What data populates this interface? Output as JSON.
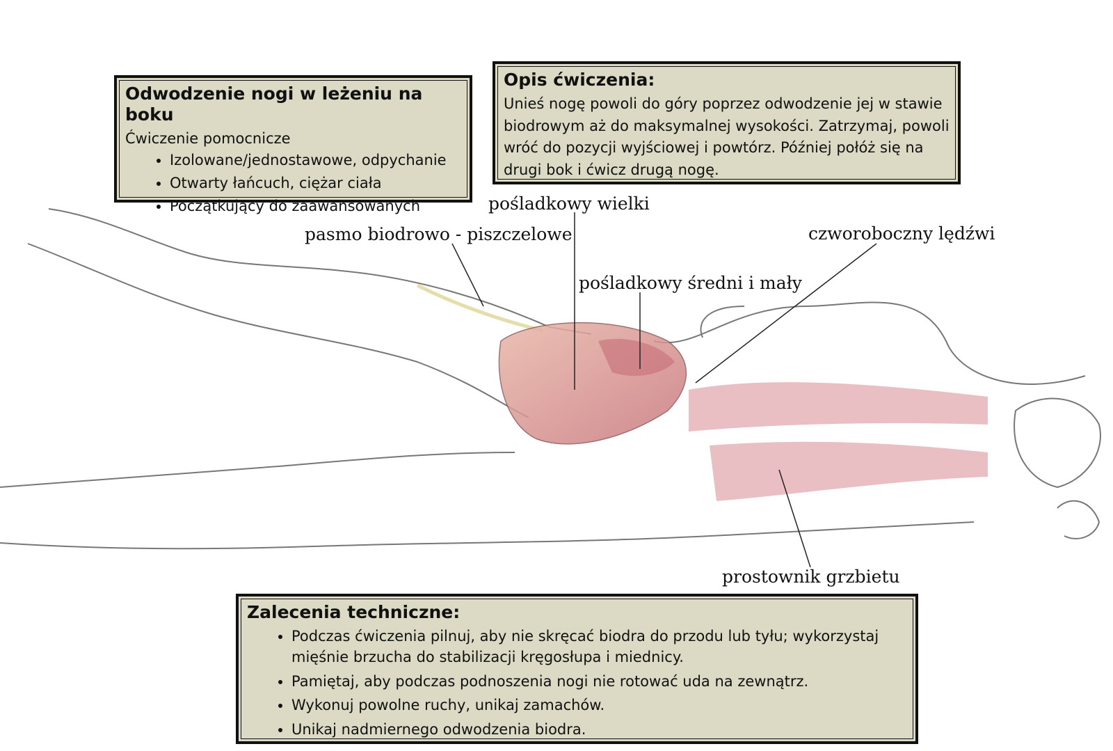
{
  "exercise_box": {
    "title": "Odwodzenie nogi w leżeniu na boku",
    "subtitle": "Ćwiczenie pomocnicze",
    "items": [
      "Izolowane/jednostawowe, odpychanie",
      "Otwarty łańcuch, ciężar ciała",
      "Początkujący do zaawansowanych"
    ]
  },
  "description_box": {
    "title": "Opis ćwiczenia:",
    "text": "Unieś nogę powoli do góry poprzez odwodzenie jej w stawie biodrowym aż do maksymalnej wysokości. Zatrzymaj, powoli wróć do pozycji wyjściowej i powtórz. Później połóż się na drugi bok i ćwicz drugą nogę."
  },
  "technique_box": {
    "title": "Zalecenia techniczne:",
    "items": [
      "Podczas ćwiczenia pilnuj, aby nie skręcać biodra do przodu lub tyłu; wykorzystaj mięśnie brzucha do stabilizacji kręgosłupa i miednicy.",
      "Pamiętaj, aby podczas podnoszenia nogi nie rotować uda na zewnątrz.",
      "Wykonuj powolne ruchy, unikaj zamachów.",
      "Unikaj nadmiernego odwodzenia biodra."
    ]
  },
  "muscle_labels": {
    "gluteus_maximus": "pośladkowy wielki",
    "iliotibial_band": "pasmo biodrowo - piszczelowe",
    "quadratus_lumborum": "czworoboczny lędźwi",
    "gluteus_medius_minimus": "pośladkowy średni i mały",
    "erector_spinae": "prostownik grzbietu"
  },
  "colors": {
    "box_fill": "#dcd9c4",
    "box_border": "#111111",
    "muscle": "#d98b93",
    "outline": "#555555"
  }
}
